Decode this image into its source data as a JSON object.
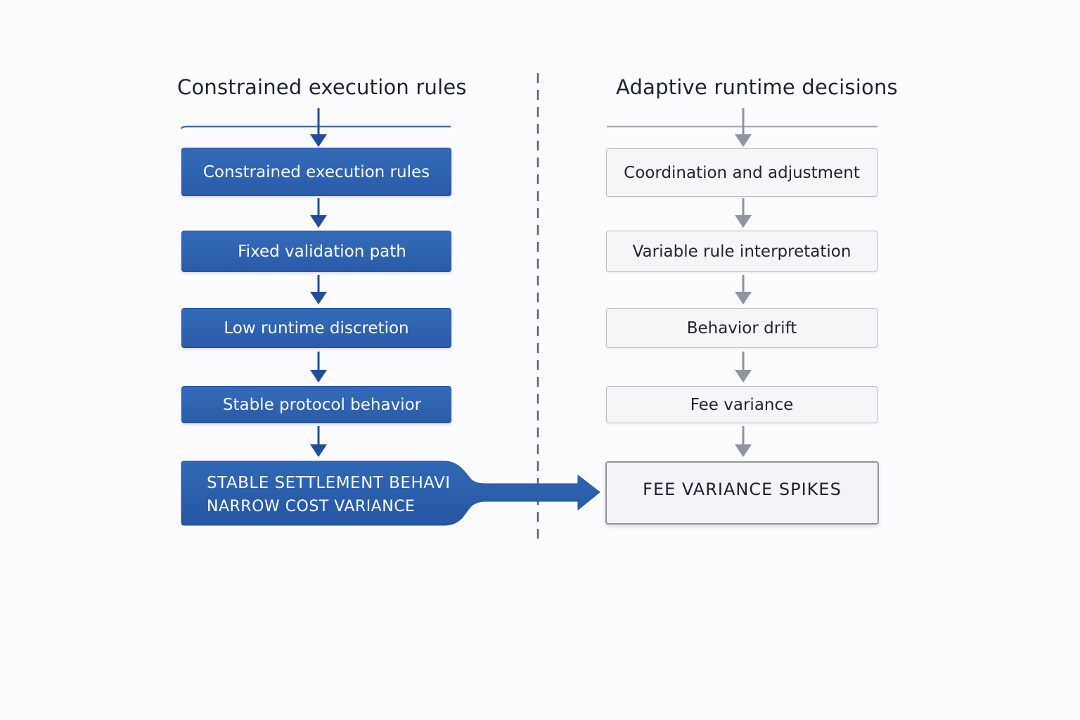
{
  "left_column": {
    "title": "Constrained execution rules",
    "steps": [
      "Constrained execution rules",
      "Fixed validation path",
      "Low runtime discretion",
      "Stable protocol behavior"
    ],
    "outcome_line1": "STABLE SETTLEMENT BEHAVI",
    "outcome_line2": "NARROW COST VARIANCE"
  },
  "right_column": {
    "title": "Adaptive runtime decisions",
    "steps": [
      "Coordination and adjustment",
      "Variable rule interpretation",
      "Behavior drift",
      "Fee variance"
    ],
    "outcome": "FEE VARIANCE SPIKES"
  },
  "colors": {
    "blue_box": "#2f63b0",
    "blue_arrow": "#1f4f9a",
    "gray_border": "#b8bcc7",
    "gray_arrow": "#8e94a0",
    "divider": "#5b6170"
  }
}
